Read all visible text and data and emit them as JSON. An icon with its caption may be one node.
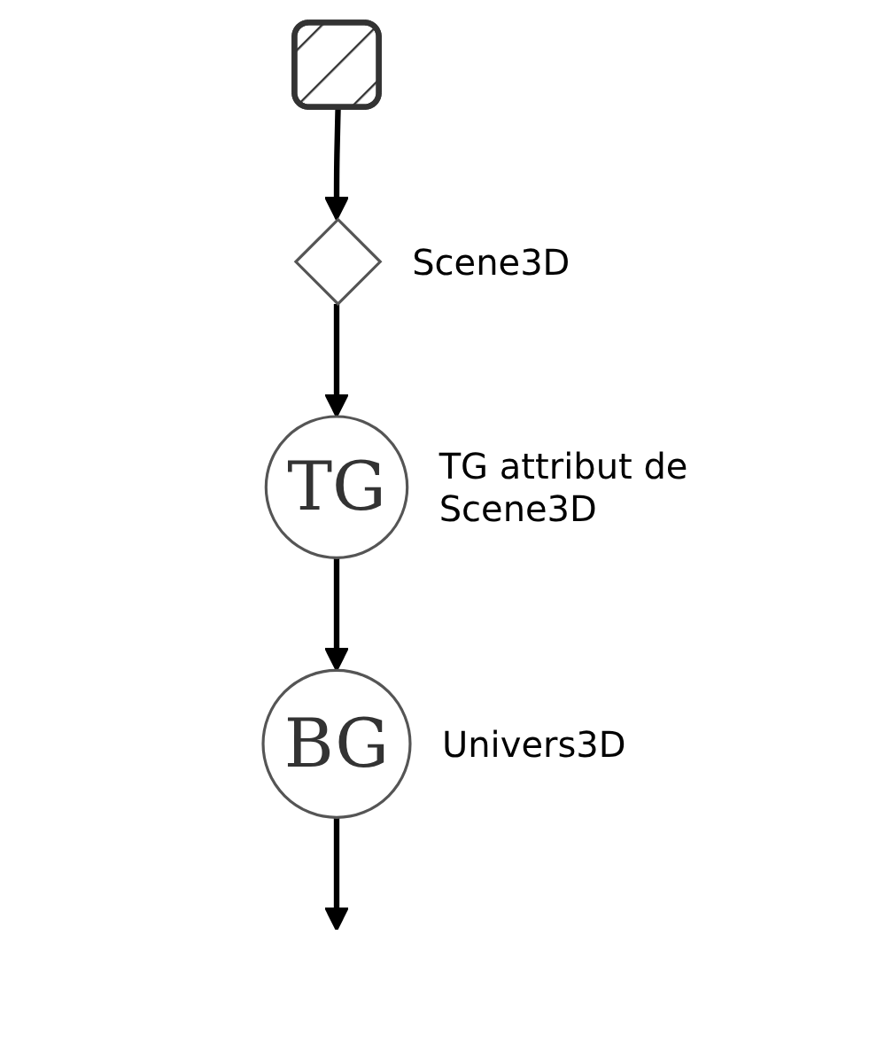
{
  "diagram": {
    "nodes": [
      {
        "text": [],
        "shape": "box"
      },
      {
        "text": [],
        "shape": "diamond",
        "beside": [
          "Scene3D"
        ]
      },
      {
        "text": [
          "TG"
        ],
        "beside": [
          "TG attribut de Scene3D"
        ]
      },
      {
        "text": [
          "BG"
        ],
        "beside": [
          "Univers3D"
        ]
      }
    ],
    "edges": [
      {
        "from": 0,
        "to": 1,
        "arrow": "to"
      },
      {
        "from": 1,
        "to": 2,
        "arrow": "to"
      },
      {
        "from": 2,
        "to": 3,
        "arrow": "to"
      },
      {
        "from": 3,
        "to": null,
        "arrow": "to"
      }
    ]
  }
}
